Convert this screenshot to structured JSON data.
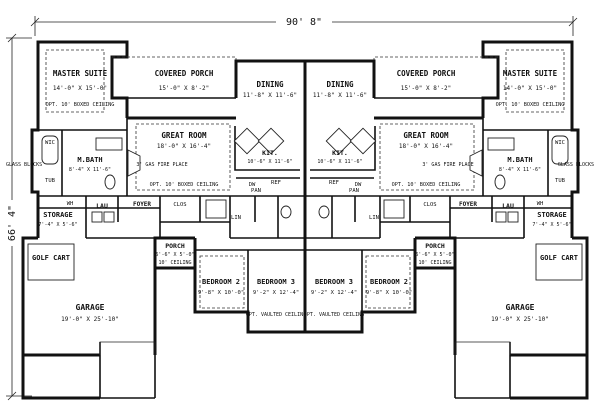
{
  "plan": {
    "overall_width": "90' 8\"",
    "overall_depth": "66' 4\"",
    "glass_blocks": "GLASS BLOCKS",
    "units": [
      {
        "master_suite": {
          "name": "MASTER SUITE",
          "dims": "14'-0\" X 15'-0\"",
          "note": "OPT. 10' BOXED CEILING"
        },
        "covered_porch": {
          "name": "COVERED PORCH",
          "dims": "15'-0\" X 8'-2\""
        },
        "dining": {
          "name": "DINING",
          "dims": "11'-8\" X 11'-6\""
        },
        "great_room": {
          "name": "GREAT ROOM",
          "dims": "18'-0\" X 16'-4\"",
          "note": "OPT. 10' BOXED CEILING",
          "fireplace": "3' GAS FIRE PLACE"
        },
        "kitchen": {
          "name": "KIT.",
          "dims": "10'-6\" X 11'-6\""
        },
        "m_bath": {
          "name": "M.BATH",
          "dims": "8'-4\" X 11'-6\""
        },
        "wic": "WIC",
        "wh": "WH",
        "tub": "TUB",
        "storage": {
          "name": "STORAGE",
          "dims": "7'-4\" X 5'-6\""
        },
        "laundry": "LAU",
        "foyer": "FOYER",
        "coat_closet": "CLOS",
        "linen": "LIN",
        "ref": "REF",
        "pan": "PAN",
        "dw": "DW",
        "porch": {
          "name": "PORCH",
          "dims": "6'-6\" X 5'-0\"",
          "note": "10' CEILING"
        },
        "golf_cart": "GOLF CART",
        "garage": {
          "name": "GARAGE",
          "dims": "19'-0\" X 25'-10\""
        },
        "bedroom2": {
          "name": "BEDROOM 2",
          "dims": "9'-8\" X 10'-0\""
        },
        "bedroom3": {
          "name": "BEDROOM 3",
          "dims": "9'-2\" X 12'-4\"",
          "note": "OPT. VAULTED CEILING"
        }
      },
      {
        "master_suite": {
          "name": "MASTER SUITE",
          "dims": "14'-0\" X 15'-0\"",
          "note": "OPT. 10' BOXED CEILING"
        },
        "covered_porch": {
          "name": "COVERED PORCH",
          "dims": "15'-0\" X 8'-2\""
        },
        "dining": {
          "name": "DINING",
          "dims": "11'-8\" X 11'-6\""
        },
        "great_room": {
          "name": "GREAT ROOM",
          "dims": "18'-0\" X 16'-4\"",
          "note": "OPT. 10' BOXED CEILING",
          "fireplace": "3' GAS FIRE PLACE"
        },
        "kitchen": {
          "name": "KIT.",
          "dims": "10'-6\" X 11'-6\""
        },
        "m_bath": {
          "name": "M.BATH",
          "dims": "8'-4\" X 11'-6\""
        },
        "wic": "WIC",
        "wh": "WH",
        "tub": "TUB",
        "storage": {
          "name": "STORAGE",
          "dims": "7'-4\" X 5'-6\""
        },
        "laundry": "LAU",
        "foyer": "FOYER",
        "coat_closet": "CLOS",
        "linen": "LIN",
        "ref": "REF",
        "pan": "PAN",
        "dw": "DW",
        "porch": {
          "name": "PORCH",
          "dims": "6'-6\" X 5'-0\"",
          "note": "10' CEILING"
        },
        "golf_cart": "GOLF CART",
        "garage": {
          "name": "GARAGE",
          "dims": "19'-0\" X 25'-10\""
        },
        "bedroom2": {
          "name": "BEDROOM 2",
          "dims": "9'-8\" X 10'-0\""
        },
        "bedroom3": {
          "name": "BEDROOM 3",
          "dims": "9'-2\" X 12'-4\"",
          "note": "OPT. VAULTED CEILING"
        }
      }
    ]
  }
}
